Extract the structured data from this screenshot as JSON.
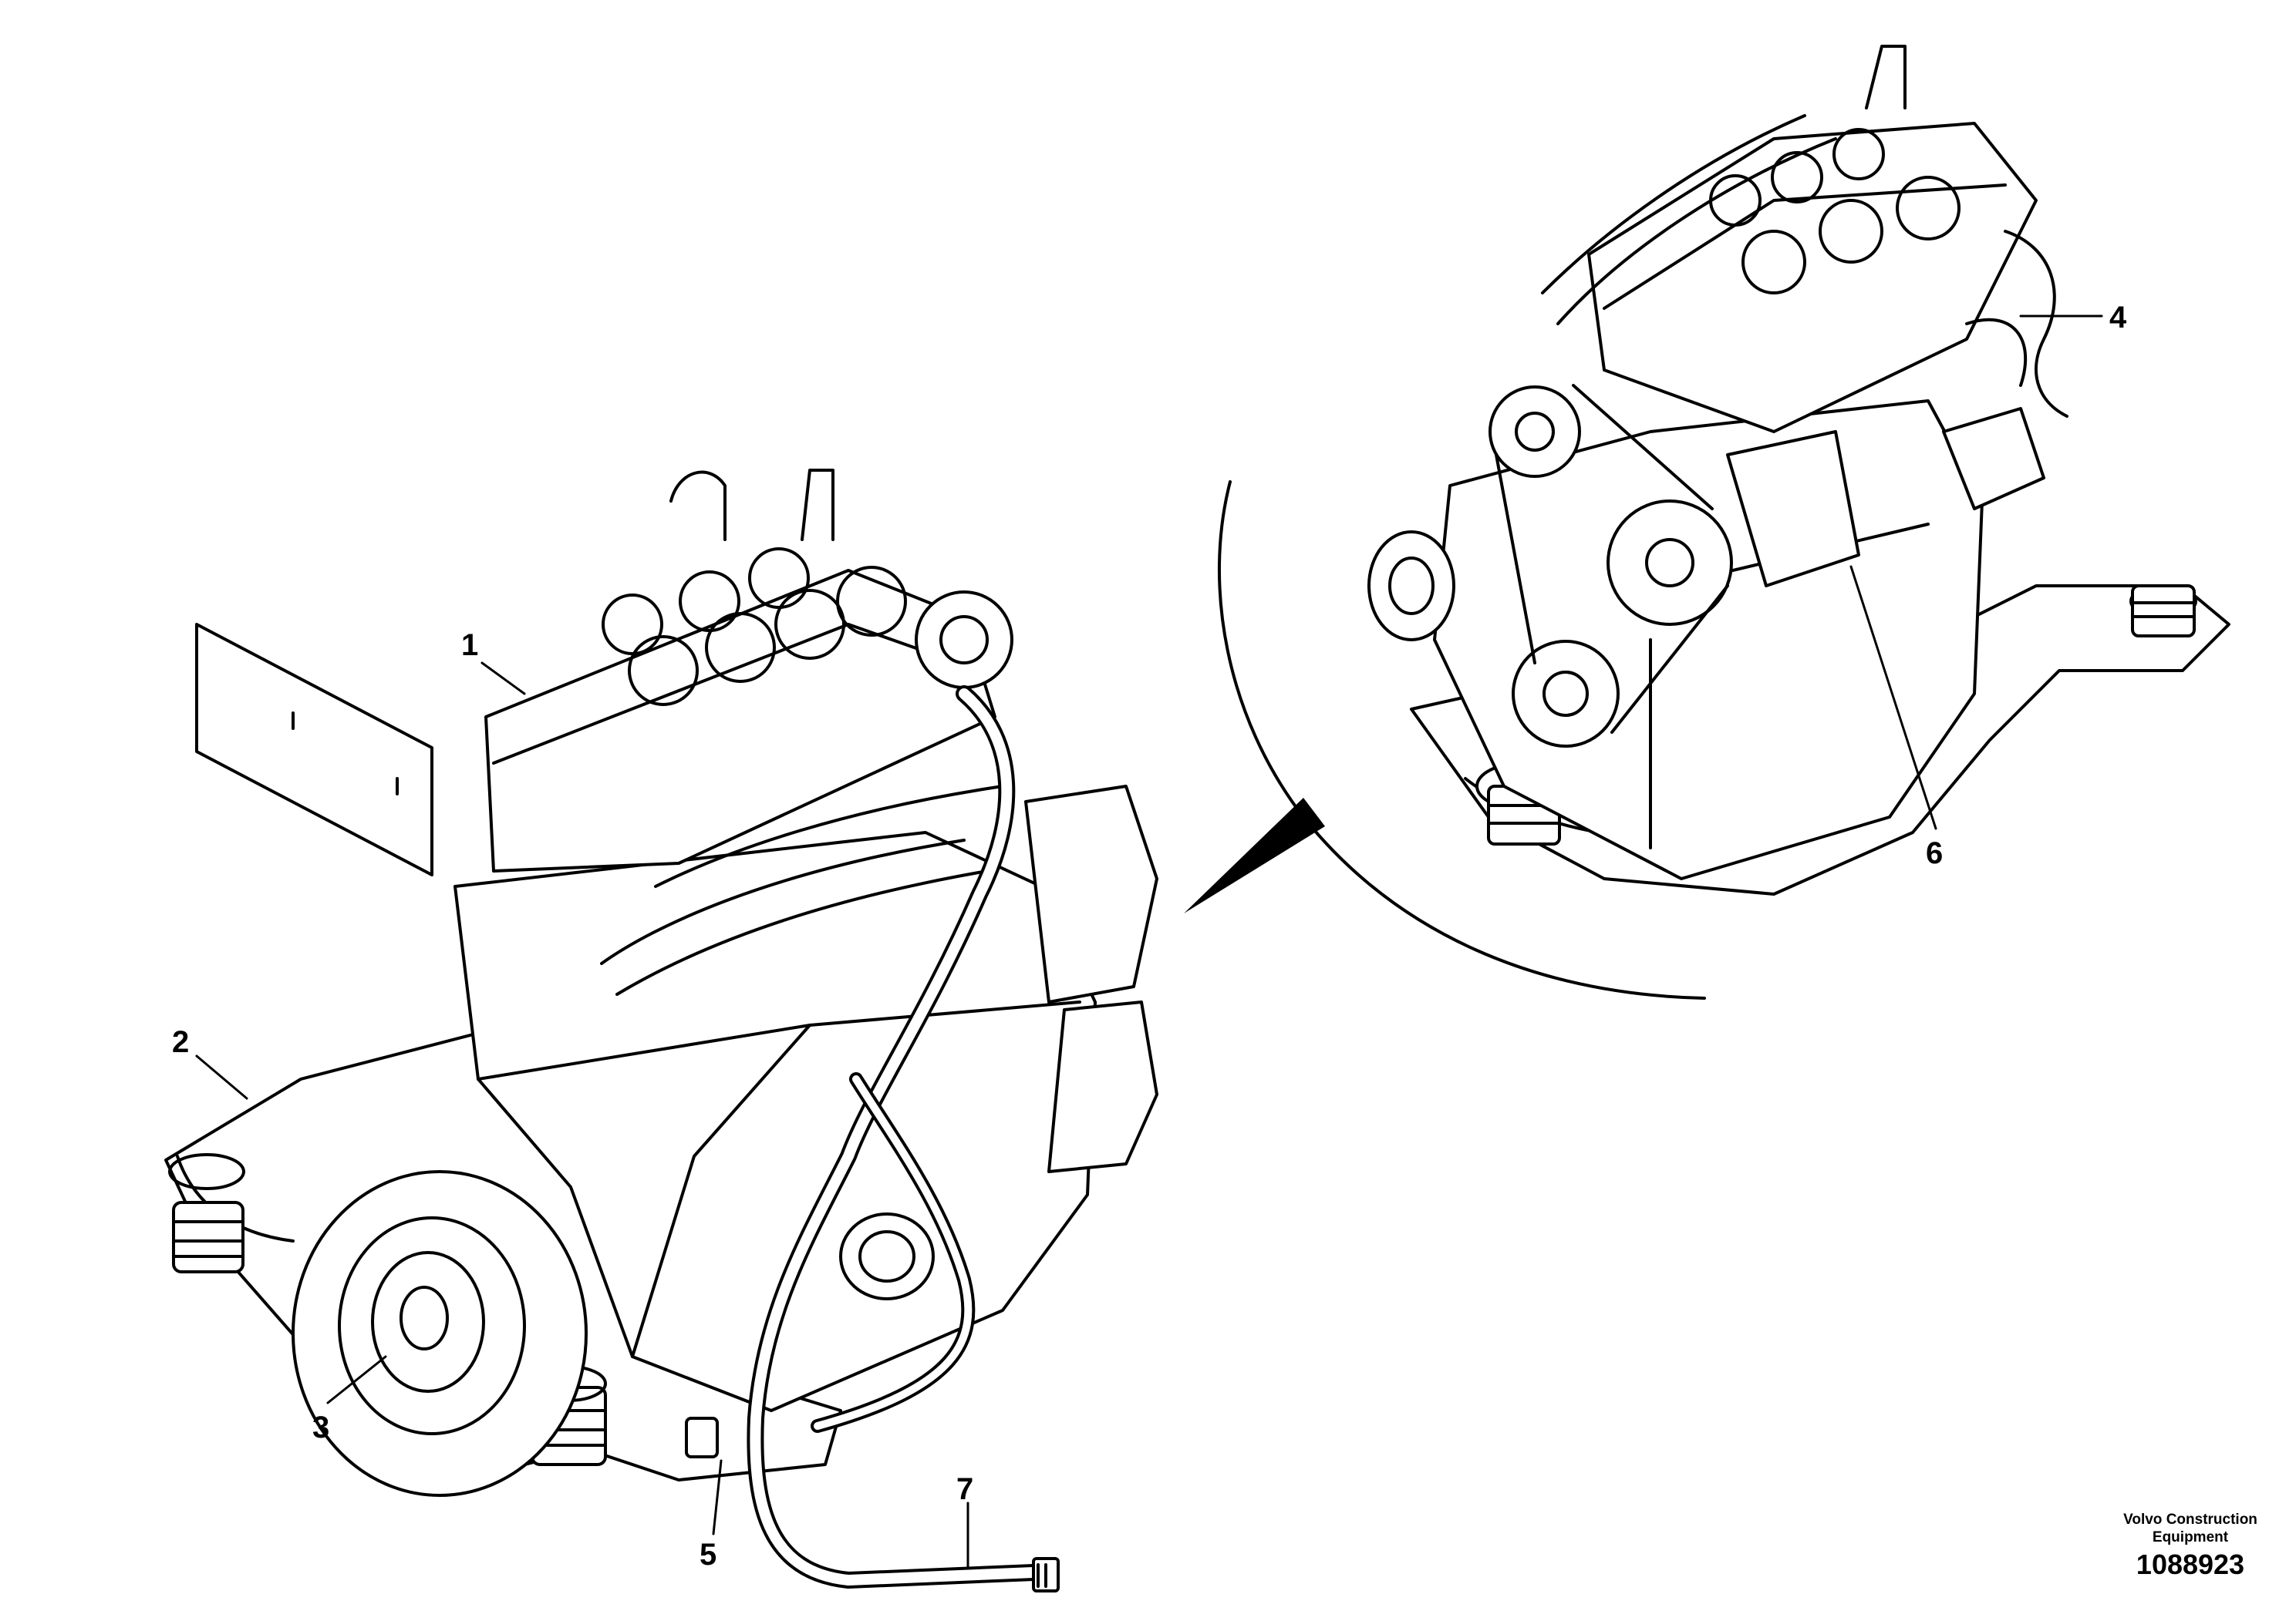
{
  "callouts": [
    {
      "id": "1",
      "label": "1"
    },
    {
      "id": "2",
      "label": "2"
    },
    {
      "id": "3",
      "label": "3"
    },
    {
      "id": "4",
      "label": "4"
    },
    {
      "id": "5",
      "label": "5"
    },
    {
      "id": "6",
      "label": "6"
    },
    {
      "id": "7",
      "label": "7"
    }
  ],
  "brand": {
    "line1": "Volvo Construction",
    "line2": "Equipment",
    "figure_number": "1088923"
  }
}
